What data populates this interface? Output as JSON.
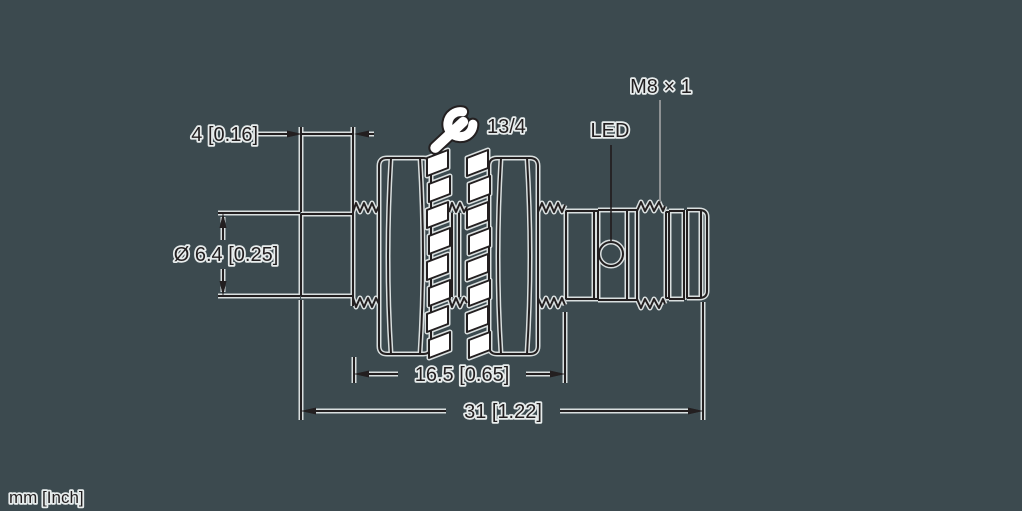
{
  "drawing": {
    "type": "technical-dimension-drawing",
    "units_label": "mm [Inch]",
    "labels": {
      "tip_length": "4 [0.16]",
      "diameter": "Ø 6.4 [0.25]",
      "thread_length": "16.5 [0.65]",
      "overall_length": "31 [1.22]",
      "wrench_size": "13/4",
      "thread_spec": "M8 × 1",
      "led": "LED"
    },
    "icons": {
      "wrench": "wrench-icon"
    },
    "colors": {
      "background": "#3c4a4f",
      "line": "#231f20",
      "glow": "#e7ecec",
      "leader_gray": "#8e9294",
      "fill_white": "#ffffff"
    }
  }
}
